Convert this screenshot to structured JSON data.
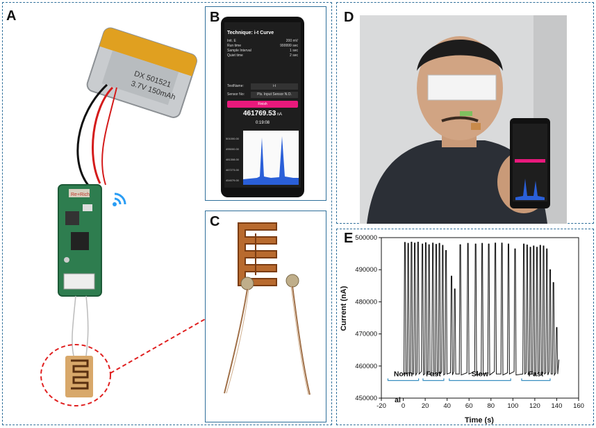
{
  "panels": {
    "a": {
      "label": "A"
    },
    "b": {
      "label": "B"
    },
    "c": {
      "label": "C"
    },
    "d": {
      "label": "D"
    },
    "e": {
      "label": "E"
    }
  },
  "battery": {
    "line1": "DX 501521",
    "line2": "3.7V 150mAh"
  },
  "board": {
    "brand": "Re+Rich"
  },
  "phone": {
    "title": "Technique: i-t Curve",
    "params": [
      {
        "name": "Init. E",
        "value": "200",
        "unit": "mV"
      },
      {
        "name": "Run time",
        "value": "999999",
        "unit": "sec"
      },
      {
        "name": "Sample Interval",
        "value": "1",
        "unit": "sec"
      },
      {
        "name": "Quiet time",
        "value": "2",
        "unit": "sec"
      }
    ],
    "test_name_label": "TestName:",
    "test_name_value": "i-t",
    "sensor_label": "Sensor No:",
    "sensor_value": "Pls. Input Sensor N.O.",
    "finish_label": "Finish",
    "reading_value": "461769.53",
    "reading_unit": "nA",
    "elapsed": "0:19:08",
    "y_ticks": [
      "501000.00",
      "495000.00",
      "481308.00",
      "467273.00",
      "454079.00"
    ]
  },
  "colors": {
    "frame": "#2f6f9a",
    "accent_pink": "#e8197c",
    "wifi": "#2a9df4",
    "trace_blue": "#2a5fd8",
    "callout": "#e02020"
  },
  "chart_data": {
    "type": "line",
    "xlabel": "Time (s)",
    "ylabel": "Current (nA)",
    "xlim": [
      -20,
      160
    ],
    "ylim": [
      450000,
      500000
    ],
    "xticks": [
      -20,
      0,
      20,
      40,
      60,
      80,
      100,
      120,
      140,
      160
    ],
    "yticks": [
      450000,
      460000,
      470000,
      480000,
      490000,
      500000
    ],
    "grid": false,
    "segments": [
      {
        "label": "Norm\nal",
        "x0": -14,
        "x1": 14
      },
      {
        "label": "Fast",
        "x0": 18,
        "x1": 37
      },
      {
        "label": "Slow",
        "x0": 42,
        "x1": 98
      },
      {
        "label": "Fast",
        "x0": 108,
        "x1": 134
      }
    ],
    "peaks": [
      {
        "x": 1.5,
        "y": 498500
      },
      {
        "x": 4.5,
        "y": 498200
      },
      {
        "x": 7.5,
        "y": 498600
      },
      {
        "x": 10.5,
        "y": 498300
      },
      {
        "x": 13.5,
        "y": 498600
      },
      {
        "x": 17.5,
        "y": 498000
      },
      {
        "x": 20.5,
        "y": 498400
      },
      {
        "x": 23.5,
        "y": 497800
      },
      {
        "x": 27,
        "y": 498300
      },
      {
        "x": 30,
        "y": 497900
      },
      {
        "x": 33,
        "y": 498200
      },
      {
        "x": 36,
        "y": 497600
      },
      {
        "x": 39,
        "y": 496000
      },
      {
        "x": 44,
        "y": 488000
      },
      {
        "x": 47,
        "y": 484000
      },
      {
        "x": 52,
        "y": 497800
      },
      {
        "x": 59,
        "y": 498200
      },
      {
        "x": 66,
        "y": 498000
      },
      {
        "x": 72,
        "y": 498200
      },
      {
        "x": 78,
        "y": 498000
      },
      {
        "x": 84,
        "y": 498300
      },
      {
        "x": 90,
        "y": 498300
      },
      {
        "x": 96,
        "y": 498000
      },
      {
        "x": 102,
        "y": 496500
      },
      {
        "x": 110,
        "y": 498000
      },
      {
        "x": 113,
        "y": 497700
      },
      {
        "x": 116,
        "y": 497000
      },
      {
        "x": 119,
        "y": 497400
      },
      {
        "x": 122,
        "y": 497000
      },
      {
        "x": 125,
        "y": 497600
      },
      {
        "x": 128,
        "y": 497400
      },
      {
        "x": 131,
        "y": 496500
      },
      {
        "x": 134,
        "y": 490000
      },
      {
        "x": 137,
        "y": 486000
      },
      {
        "x": 140,
        "y": 472000
      }
    ],
    "baseline": 457500
  }
}
